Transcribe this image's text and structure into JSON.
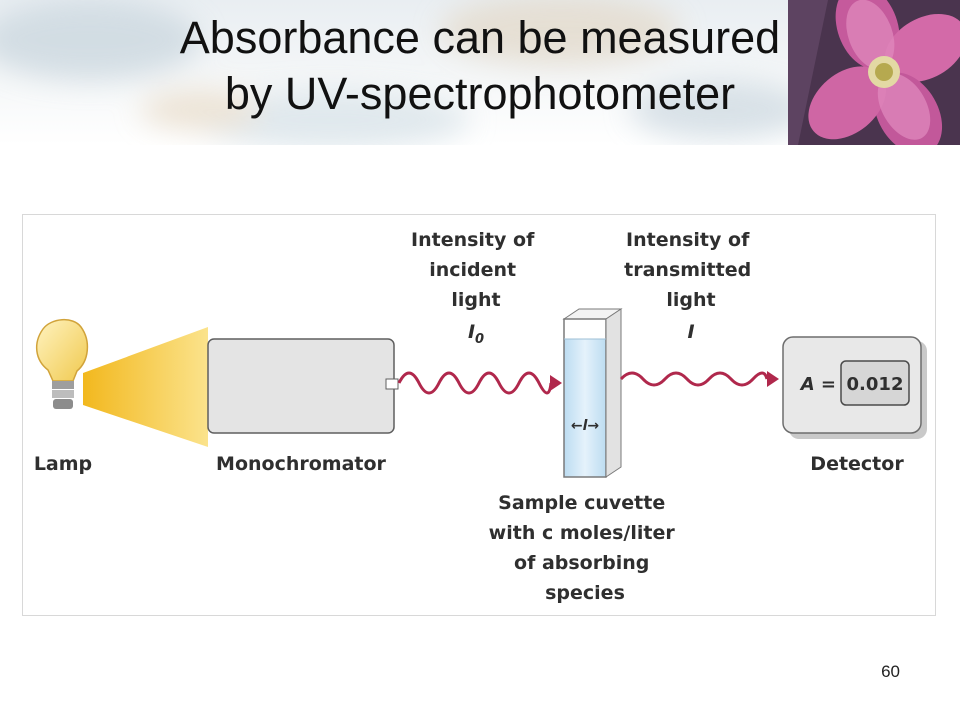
{
  "slide": {
    "title_line1": "Absorbance can be measured",
    "title_line2": "by UV-spectrophotometer",
    "page_number": "60"
  },
  "diagram": {
    "lamp_label": "Lamp",
    "monochromator_label": "Monochromator",
    "incident_label": [
      "Intensity of",
      "incident",
      "light"
    ],
    "incident_symbol": "I",
    "incident_subscript": "0",
    "transmitted_label": [
      "Intensity of",
      "transmitted",
      "light"
    ],
    "transmitted_symbol": "I",
    "path_length": "←l→",
    "cuvette_label": [
      "Sample cuvette",
      "with c moles/liter",
      "of absorbing",
      "species"
    ],
    "detector_label": "Detector",
    "detector_readout_prefix": "A =",
    "detector_readout_value": "0.012",
    "colors": {
      "wave": "#b0284c",
      "beam": "#f6c133",
      "lamp_bulb": "#f7dc7a",
      "cuvette_liquid": "#cfe7f6",
      "device_fill": "#e4e4e4"
    }
  }
}
